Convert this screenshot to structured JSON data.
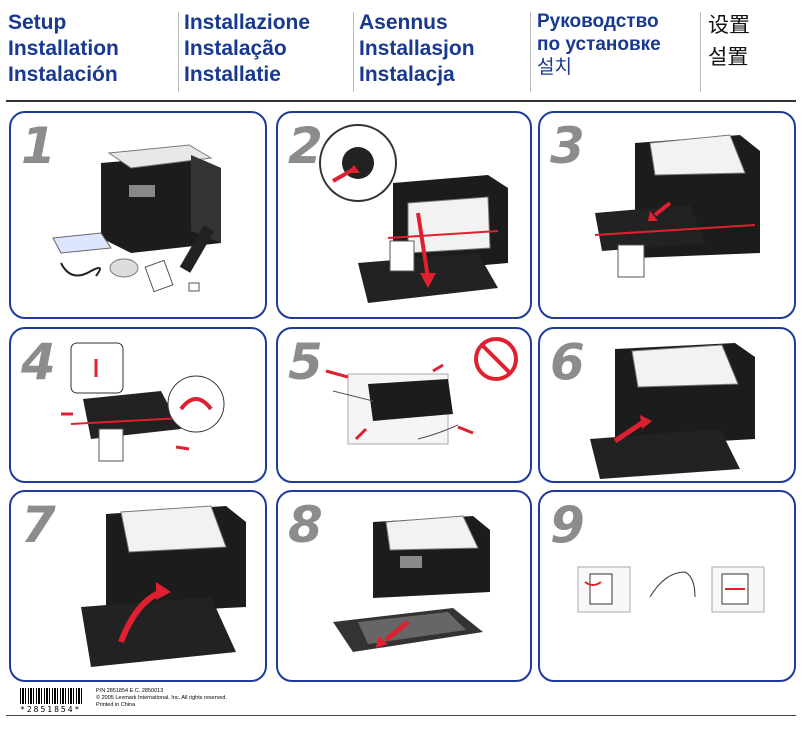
{
  "header": {
    "col1": [
      "Setup",
      "Installation",
      "Instalación"
    ],
    "col2": [
      "Installazione",
      "Instalação",
      "Installatie"
    ],
    "col3": [
      "Asennus",
      "Installasjon",
      "Instalacja"
    ],
    "col4": [
      "Руководство",
      "по установке",
      "설치"
    ],
    "col5": [
      "设置",
      "설置"
    ]
  },
  "steps": [
    "1",
    "2",
    "3",
    "4",
    "5",
    "6",
    "7",
    "8",
    "9"
  ],
  "footer": {
    "barcode_text": "*2851854*",
    "pn": "P/N 2851854 E.C. 2850013",
    "copyright": "© 2005 Lexmark International, Inc. All rights reserved.",
    "printed": "Printed in China"
  },
  "colors": {
    "panel_border": "#1e3a9a",
    "header_text": "#18398f",
    "arrow": "#e02030"
  }
}
